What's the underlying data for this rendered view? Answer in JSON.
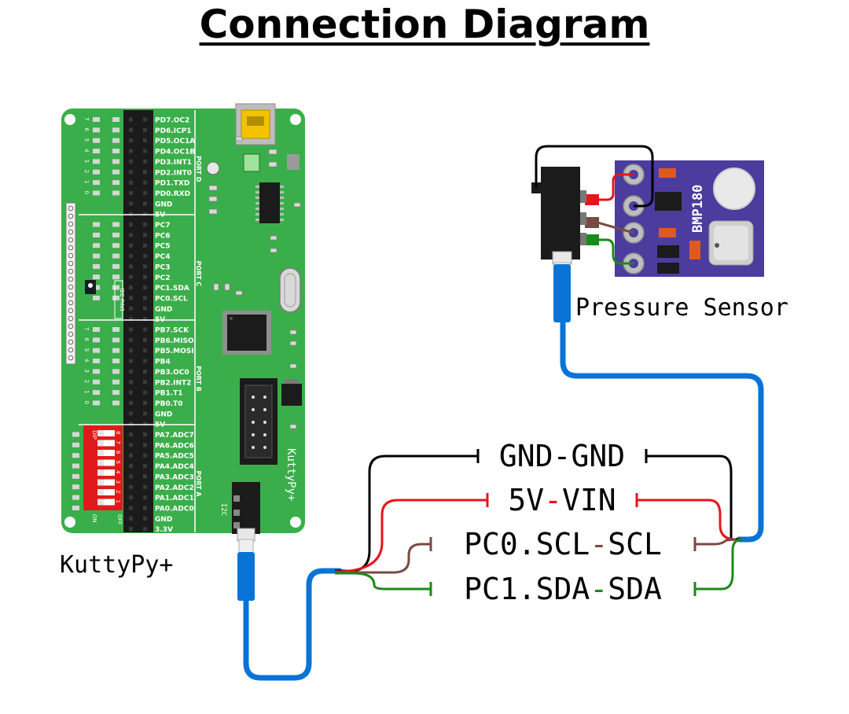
{
  "title": "Connection Diagram",
  "board": {
    "label": "KuttyPy+",
    "silkscreen": "KuttyPy+",
    "i2c_connector_label": "I2C",
    "i2c_pins_label": "I2C PINS",
    "ports": [
      {
        "name": "PORT D",
        "pins": [
          "PD7.OC2",
          "PD6.ICP1",
          "PD5.OC1A",
          "PD4.OC1B",
          "PD3.INT1",
          "PD2.INT0",
          "PD1.TXD",
          "PD0.RXD",
          "GND",
          "5V"
        ]
      },
      {
        "name": "PORT C",
        "pins": [
          "PC7",
          "PC6",
          "PC5",
          "PC4",
          "PC3",
          "PC2",
          "PC1.SDA",
          "PC0.SCL",
          "GND",
          "5V"
        ]
      },
      {
        "name": "PORT B",
        "pins": [
          "PB7.SCK",
          "PB6.MISO",
          "PB5.MOSI",
          "PB4",
          "PB3.OC0",
          "PB2.INT2",
          "PB1.T1",
          "PB0.T0",
          "GND",
          "5V"
        ]
      },
      {
        "name": "PORT A",
        "pins": [
          "PA7.ADC7",
          "PA6.ADC6",
          "PA5.ADC5",
          "PA4.ADC4",
          "PA3.ADC3",
          "PA2.ADC2",
          "PA1.ADC1",
          "PA0.ADC0",
          "GND",
          "3.3V"
        ]
      }
    ],
    "bit_numbers": [
      "7",
      "6",
      "5",
      "4",
      "3",
      "2",
      "1",
      "0"
    ],
    "dip_labels": {
      "dip": "DIP",
      "on": "ON",
      "off": "OFF",
      "nums": [
        "8",
        "7",
        "6",
        "5",
        "4",
        "3",
        "2",
        "1"
      ]
    }
  },
  "sensor": {
    "label": "Pressure Sensor",
    "chip": "BMP180"
  },
  "connections": [
    {
      "left": "GND",
      "dash": "-",
      "right": "GND",
      "color": "#000000"
    },
    {
      "left": "5V",
      "dash": "-",
      "right": "VIN",
      "color": "#e8141c"
    },
    {
      "left": "PC0.SCL",
      "dash": "-",
      "right": "SCL",
      "color": "#7a4a42"
    },
    {
      "left": "PC1.SDA",
      "dash": "-",
      "right": "SDA",
      "color": "#1a8a1a"
    }
  ],
  "colors": {
    "board_green": "#3aae4a",
    "header_black": "#1b1b1b",
    "cable_blue": "#0a74d6",
    "sensor_purple": "#4b3c9e",
    "dip_red": "#e01a1a",
    "wire_gnd": "#000000",
    "wire_vcc": "#e8141c",
    "wire_scl": "#7a4a42",
    "wire_sda": "#1a8a1a"
  },
  "icons": [
    "usb-port-icon",
    "mounting-hole-icon",
    "pushbutton-icon",
    "crystal-icon",
    "microcontroller-icon",
    "connector-icon",
    "ic-chip-icon"
  ]
}
